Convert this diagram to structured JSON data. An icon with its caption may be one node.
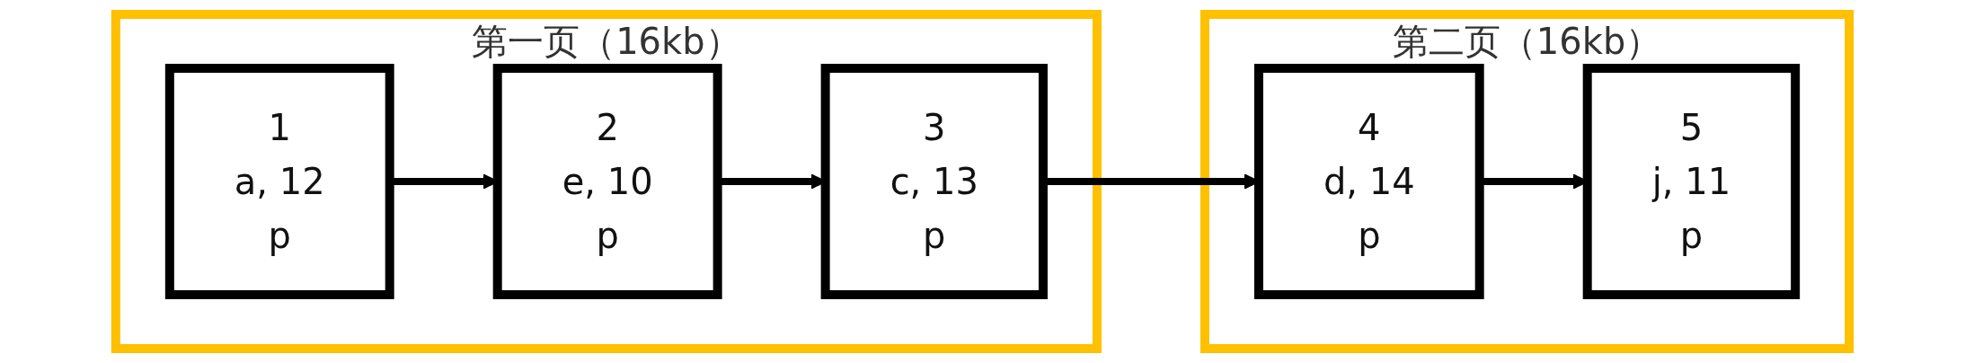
{
  "diagram": {
    "nodes": [
      {
        "text": [
          "第一页（16kb）"
        ]
      },
      {
        "text": [
          "1",
          "a, 12",
          "p"
        ],
        "in": 0
      },
      {
        "text": [
          "2",
          "e, 10",
          "p"
        ],
        "in": 0
      },
      {
        "text": [
          "3",
          "c, 13",
          "p"
        ],
        "in": 0
      },
      {
        "text": [
          "第二页（16kb）"
        ]
      },
      {
        "text": [
          "4",
          "d, 14",
          "p"
        ],
        "in": 4
      },
      {
        "text": [
          "5",
          "j, 11",
          "p"
        ],
        "in": 4
      }
    ],
    "edges": [
      {
        "from": 1,
        "to": 2,
        "arrow": "to"
      },
      {
        "from": 2,
        "to": 3,
        "arrow": "to"
      },
      {
        "from": 3,
        "to": 5,
        "arrow": "to"
      },
      {
        "from": 5,
        "to": 6,
        "arrow": "to"
      }
    ]
  }
}
